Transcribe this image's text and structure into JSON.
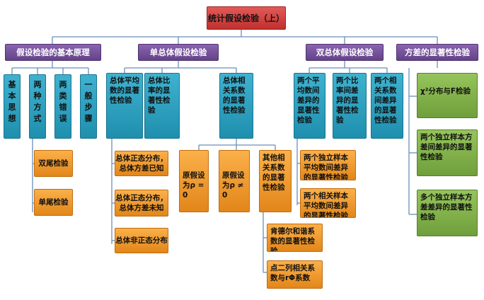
{
  "root": {
    "label": "统计假设检验（上）"
  },
  "level1": {
    "principle": "假设检验的基本原理",
    "single": "单总体假设检验",
    "double": "双总体假设检验",
    "variance": "方差的显著性检验"
  },
  "principle_children": {
    "basic_idea": "基\n本\n思\n想",
    "two_ways": "两\n种\n方\n式",
    "two_errors": "两\n类\n错\n误",
    "general_steps": "一\n般\n步\n骤"
  },
  "two_ways_children": {
    "two_tailed": "双尾检验",
    "one_tailed": "单尾检验"
  },
  "single_children": {
    "mean": "总体平均数的显著性检验",
    "proportion": "总体比率的显著性检验",
    "correlation": "总体相关系数的显著性检验"
  },
  "mean_children": {
    "normal_known": "总体正态分布，总体方差已知",
    "normal_unknown": "总体正态分布，总体方差未知",
    "non_normal": "总体非正态分布"
  },
  "correlation_children": {
    "rho_zero": "原假设为ρ = 0",
    "rho_nonzero": "原假设为ρ ≠ 0",
    "other": "其他相关系数的显著性检验"
  },
  "other_children": {
    "kendall": "肯德尔和谐系数的显著性检验",
    "point_biserial": "点二列相关系数与rΦ系数"
  },
  "double_children": {
    "mean_diff": "两个平均数间差异的显著性检验",
    "prop_diff": "两个比率间差异的显著性检验",
    "corr_diff": "两个相关系数间差异的显著性检验"
  },
  "mean_diff_children": {
    "independent": "两个独立样本平均数间差异的显著性检验",
    "related": "两个相关样本平均数间差异的显著性检验"
  },
  "variance_children": {
    "chi_f": "χ²分布与F检验",
    "independent_var": "两个独立样本方差间差异的显著性检验",
    "multi_var": "多个独立样本方差差异的显著性检验"
  },
  "colors": {
    "root": "#d2413f",
    "level1": "#7a56a0",
    "level2": "#2ea3c4",
    "level3": "#f29b2e",
    "level4": "#82b24a",
    "connector": "#6b8fb8"
  }
}
